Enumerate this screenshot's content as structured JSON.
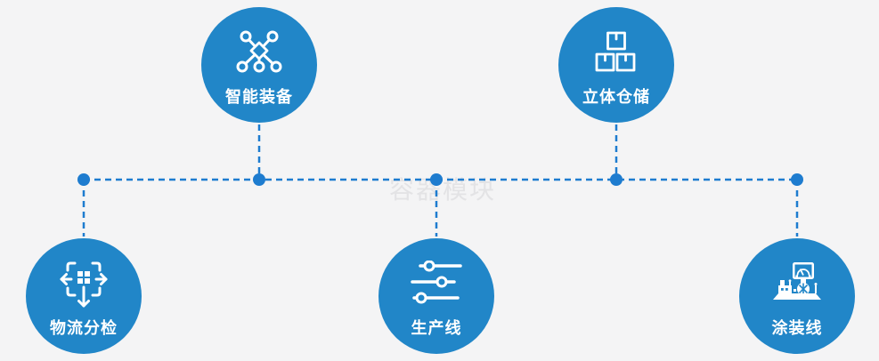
{
  "page": {
    "watermark_text": "容器模块"
  },
  "colors": {
    "bg": "#f4f4f5",
    "circle": "#2186c8",
    "connector": "#1e7ccf",
    "icon": "#ffffff",
    "watermark": "#e3e3e5"
  },
  "nodes": [
    {
      "label": "智能装备",
      "icon": "network-nodes-icon"
    },
    {
      "label": "立体仓储",
      "icon": "stacked-boxes-icon"
    },
    {
      "label": "物流分检",
      "icon": "distribute-arrows-icon"
    },
    {
      "label": "生产线",
      "icon": "sliders-icon"
    },
    {
      "label": "涂装线",
      "icon": "paint-machine-icon"
    }
  ]
}
